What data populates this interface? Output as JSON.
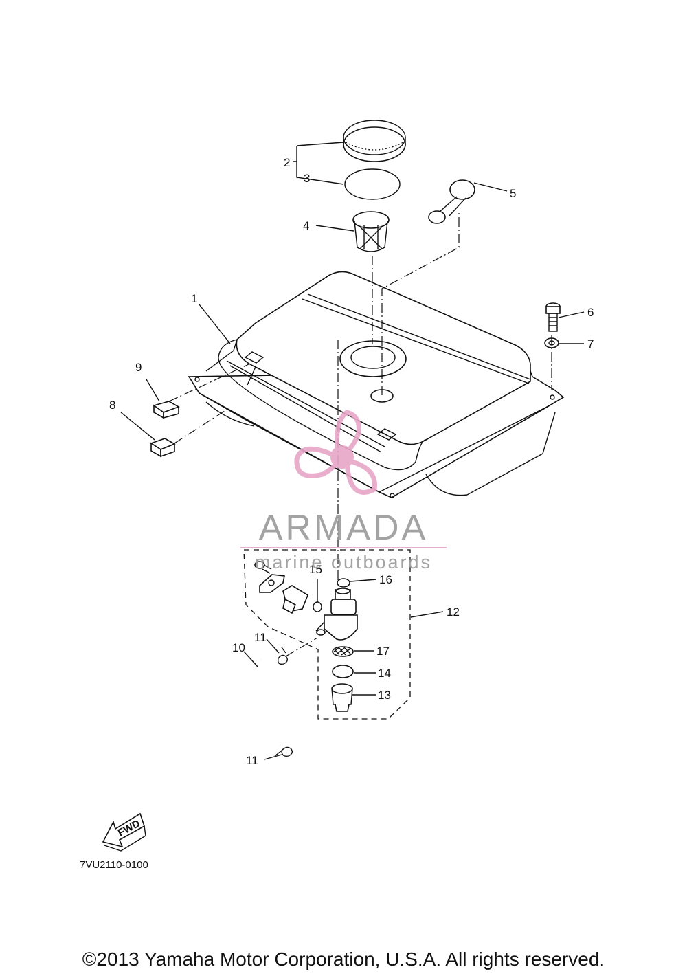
{
  "diagram_code": "7VU2110-0100",
  "copyright": "©2013 Yamaha Motor Corporation, U.S.A. All rights reserved.",
  "fwd_label": "FWD",
  "watermark": {
    "brand": "ARMADA",
    "tagline": "marine outboards",
    "colors": {
      "logo": "#e8a6c8",
      "text": "#9a9a9a"
    }
  },
  "callouts": [
    "1",
    "2",
    "3",
    "4",
    "5",
    "6",
    "7",
    "8",
    "9",
    "10",
    "11",
    "11",
    "12",
    "13",
    "14",
    "15",
    "16",
    "17"
  ]
}
